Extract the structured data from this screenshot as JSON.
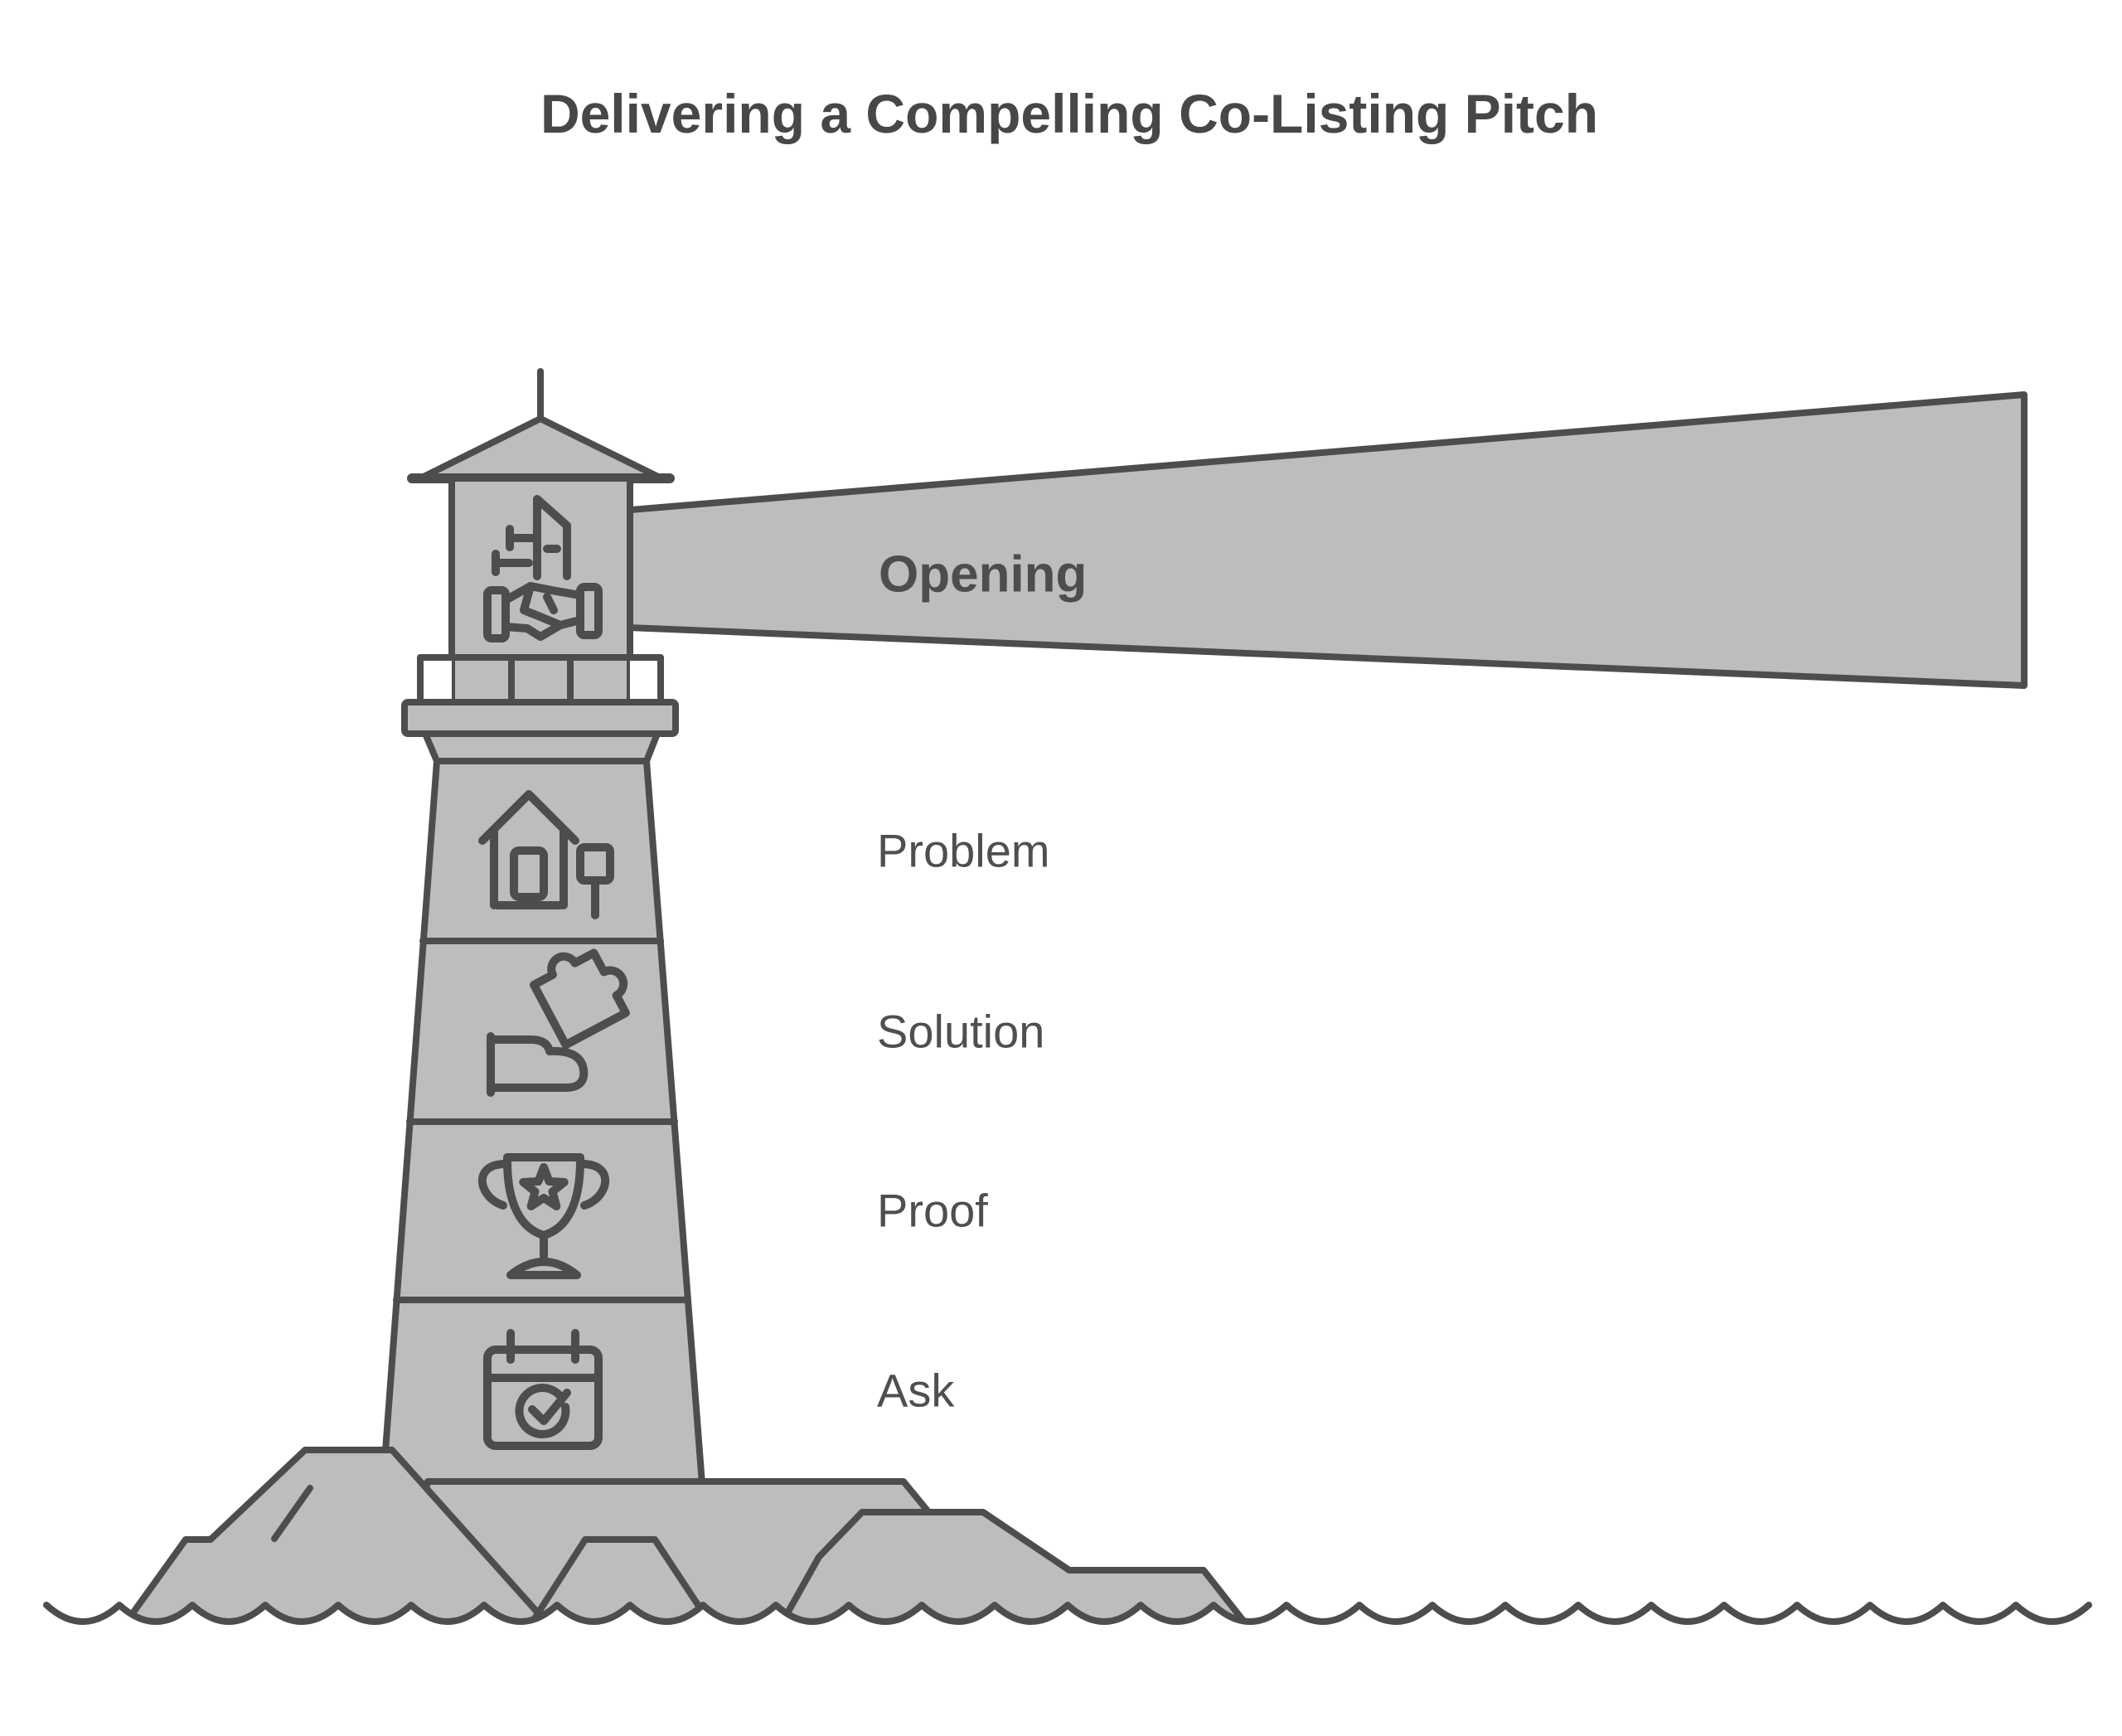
{
  "title": "Delivering a Compelling Co-Listing Pitch",
  "diagram": {
    "type": "lighthouse-pitch-structure",
    "stages": [
      {
        "label": "Opening",
        "icon": "building-handshake-icon",
        "position": "lantern-beam",
        "emphasis": "bold"
      },
      {
        "label": "Problem",
        "icon": "house-sign-icon",
        "position": "tower-segment-1",
        "emphasis": "regular"
      },
      {
        "label": "Solution",
        "icon": "hand-puzzle-icon",
        "position": "tower-segment-2",
        "emphasis": "regular"
      },
      {
        "label": "Proof",
        "icon": "trophy-star-icon",
        "position": "tower-segment-3",
        "emphasis": "regular"
      },
      {
        "label": "Ask",
        "icon": "calendar-check-icon",
        "position": "tower-segment-4",
        "emphasis": "regular"
      }
    ],
    "scenery": [
      "lighthouse",
      "light-beam",
      "rocks",
      "sea-waves"
    ],
    "colors": {
      "fill_gray": "#bdbdbd",
      "outline": "#4d4d4d",
      "title_text": "#474747",
      "label_text": "#4f4f4f",
      "background": "#ffffff"
    }
  }
}
